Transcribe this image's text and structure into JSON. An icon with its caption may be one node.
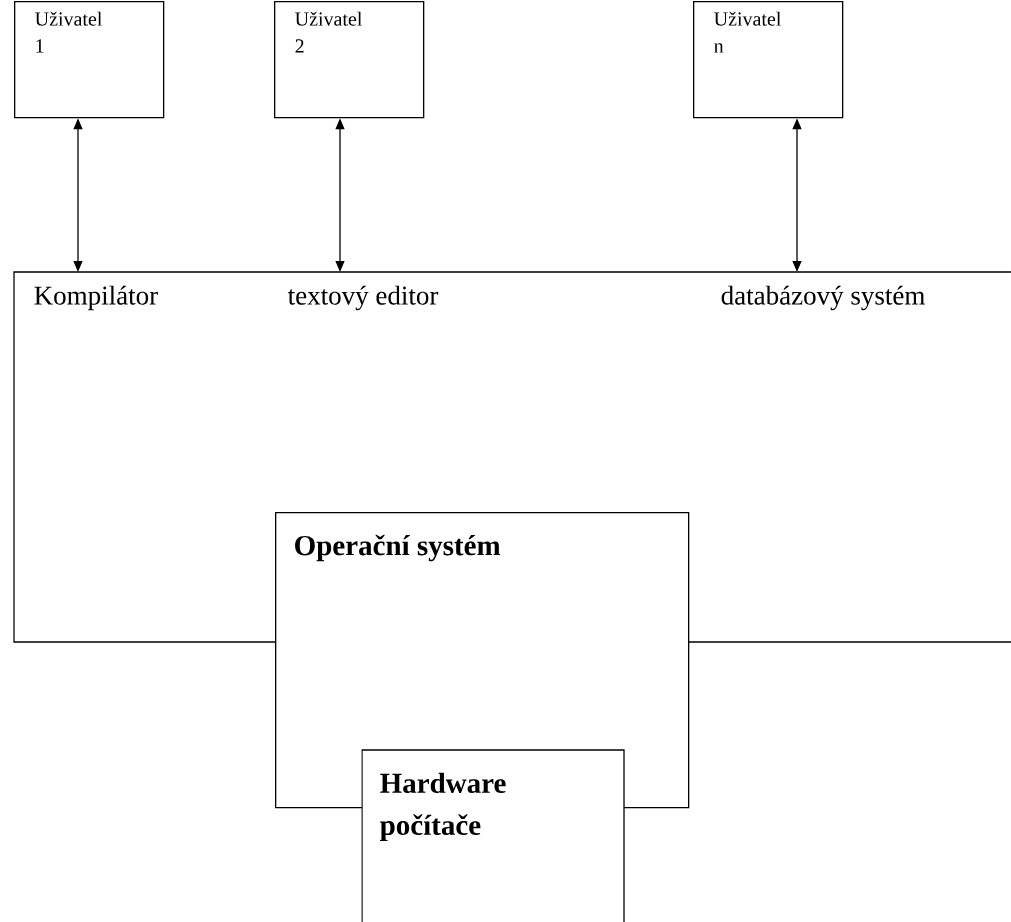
{
  "diagram": {
    "nodes": [
      {
        "text": [
          "Uživatel 1"
        ]
      },
      {
        "text": [
          "Uživatel 2"
        ]
      },
      {
        "text": [
          "Uživatel n"
        ]
      },
      {
        "text": [
          "Kompilátor",
          "textový editor",
          "databázový systém"
        ]
      },
      {
        "text": [
          "Operační systém"
        ]
      },
      {
        "text": [
          "Hardware počítače"
        ]
      }
    ],
    "edges": [
      {
        "from": 0,
        "to": 3,
        "arrow": "both"
      },
      {
        "from": 1,
        "to": 3,
        "arrow": "both"
      },
      {
        "from": 2,
        "to": 3,
        "arrow": "both"
      }
    ]
  }
}
